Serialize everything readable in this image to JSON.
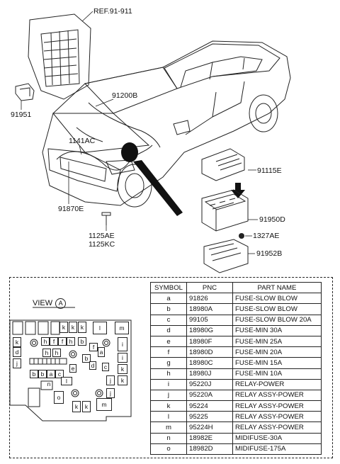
{
  "callouts": {
    "ref": "REF.91-911",
    "p91200B": "91200B",
    "p1141AC": "1141AC",
    "p91951": "91951",
    "p91870E": "91870E",
    "p1125AE": "1125AE",
    "p1125KC": "1125KC",
    "p91115E": "91115E",
    "p91950D": "91950D",
    "p1327AE": "1327AE",
    "p91952B": "91952B"
  },
  "view": {
    "label": "VIEW",
    "marker": "A"
  },
  "fusebox_letters": {
    "k1": "k",
    "k2": "k",
    "k3": "k",
    "l": "l",
    "m1": "m",
    "k4": "k",
    "h1": "h",
    "f1": "f",
    "f2": "f",
    "h2": "h",
    "b1": "b",
    "f3": "f",
    "i1": "i",
    "d1": "d",
    "a1": "a",
    "h3": "h",
    "h4": "h",
    "b2": "b",
    "i2": "i",
    "j1": "j",
    "e1": "e",
    "d2": "d",
    "c1": "c",
    "k5": "k",
    "b3": "b",
    "b4": "b",
    "a2": "a",
    "c2": "c",
    "j2": "j",
    "k6": "k",
    "n": "n",
    "o": "o",
    "j3": "j",
    "k7": "k",
    "k8": "k",
    "m2": "m",
    "l2": "l"
  },
  "table": {
    "headers": [
      "SYMBOL",
      "PNC",
      "PART NAME"
    ],
    "rows": [
      [
        "a",
        "91826",
        "FUSE-SLOW BLOW"
      ],
      [
        "b",
        "18980A",
        "FUSE-SLOW BLOW"
      ],
      [
        "c",
        "99105",
        "FUSE-SLOW BLOW 20A"
      ],
      [
        "d",
        "18980G",
        "FUSE-MIN 30A"
      ],
      [
        "e",
        "18980F",
        "FUSE-MIN 25A"
      ],
      [
        "f",
        "18980D",
        "FUSE-MIN 20A"
      ],
      [
        "g",
        "18980C",
        "FUSE-MIN 15A"
      ],
      [
        "h",
        "18980J",
        "FUSE-MIN 10A"
      ],
      [
        "i",
        "95220J",
        "RELAY-POWER"
      ],
      [
        "j",
        "95220A",
        "RELAY ASSY-POWER"
      ],
      [
        "k",
        "95224",
        "RELAY ASSY-POWER"
      ],
      [
        "l",
        "95225",
        "RELAY ASSY-POWER"
      ],
      [
        "m",
        "95224H",
        "RELAY ASSY-POWER"
      ],
      [
        "n",
        "18982E",
        "MIDIFUSE-30A"
      ],
      [
        "o",
        "18982D",
        "MIDIFUSE-175A"
      ]
    ]
  }
}
